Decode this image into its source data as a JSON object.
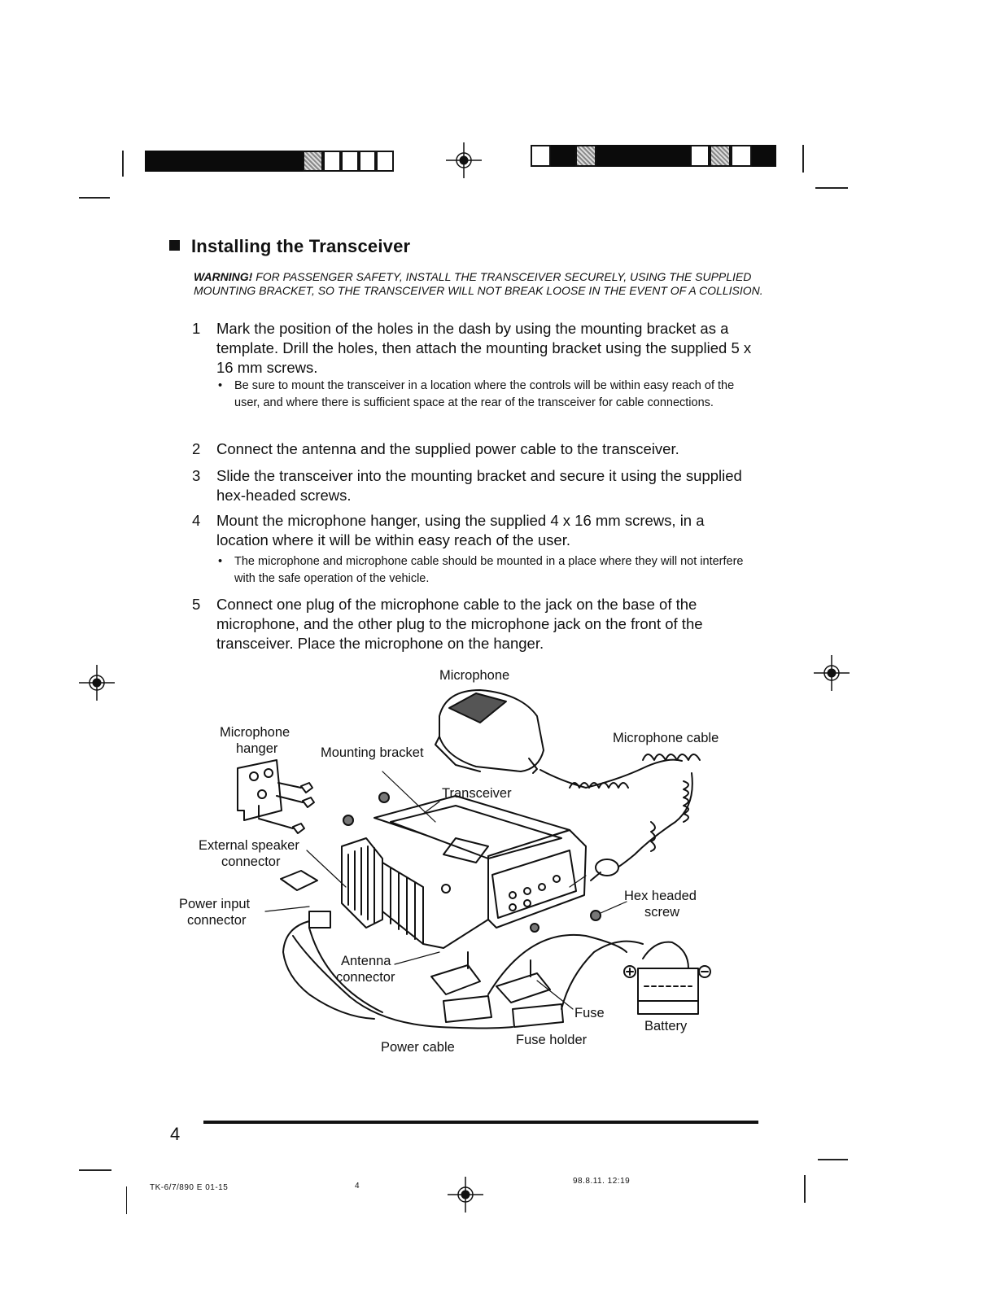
{
  "section": {
    "title": "Installing the Transceiver"
  },
  "warning": {
    "lead": "WARNING!",
    "text": "FOR PASSENGER SAFETY, INSTALL THE TRANSCEIVER SECURELY, USING THE SUPPLIED MOUNTING BRACKET, SO THE TRANSCEIVER WILL NOT BREAK LOOSE IN THE EVENT OF A COLLISION."
  },
  "steps": [
    {
      "num": "1",
      "text": "Mark the position of the holes in the dash by using the mounting bracket as a template. Drill the holes, then attach the mounting bracket using the supplied 5 x 16 mm screws."
    },
    {
      "num": "2",
      "text": "Connect the antenna and the supplied power cable to the transceiver."
    },
    {
      "num": "3",
      "text": "Slide the transceiver into the mounting bracket and secure it using the supplied hex-headed screws."
    },
    {
      "num": "4",
      "text": "Mount the microphone hanger, using the supplied 4 x 16 mm screws, in a location where it will be within easy reach of the user."
    },
    {
      "num": "5",
      "text": "Connect one plug of the microphone cable to the jack on the base of the microphone, and the other plug to the microphone jack on the front of the transceiver. Place the microphone on the hanger."
    }
  ],
  "bullets": [
    {
      "text": "Be sure to mount the transceiver in a location where the controls will be within easy reach of the user, and where there is sufficient space at the rear of the transceiver for cable connections."
    },
    {
      "text": "The microphone and microphone cable should be mounted in a place where they will not interfere with the safe operation of the vehicle."
    }
  ],
  "diagram": {
    "microphone": "Microphone",
    "microphone_hanger_1": "Microphone",
    "microphone_hanger_2": "hanger",
    "mounting_bracket": "Mounting bracket",
    "microphone_cable": "Microphone cable",
    "transceiver": "Transceiver",
    "external_speaker_1": "External speaker",
    "external_speaker_2": "connector",
    "power_input_1": "Power input",
    "power_input_2": "connector",
    "hex_screw_1": "Hex headed",
    "hex_screw_2": "screw",
    "antenna_1": "Antenna",
    "antenna_2": "connector",
    "fuse": "Fuse",
    "battery": "Battery",
    "fuse_holder": "Fuse holder",
    "power_cable": "Power cable"
  },
  "footer": {
    "page_number": "4",
    "doc_code": "TK-6/7/890 E 01-15",
    "center_num": "4",
    "timestamp": "98.8.11. 12:19"
  }
}
